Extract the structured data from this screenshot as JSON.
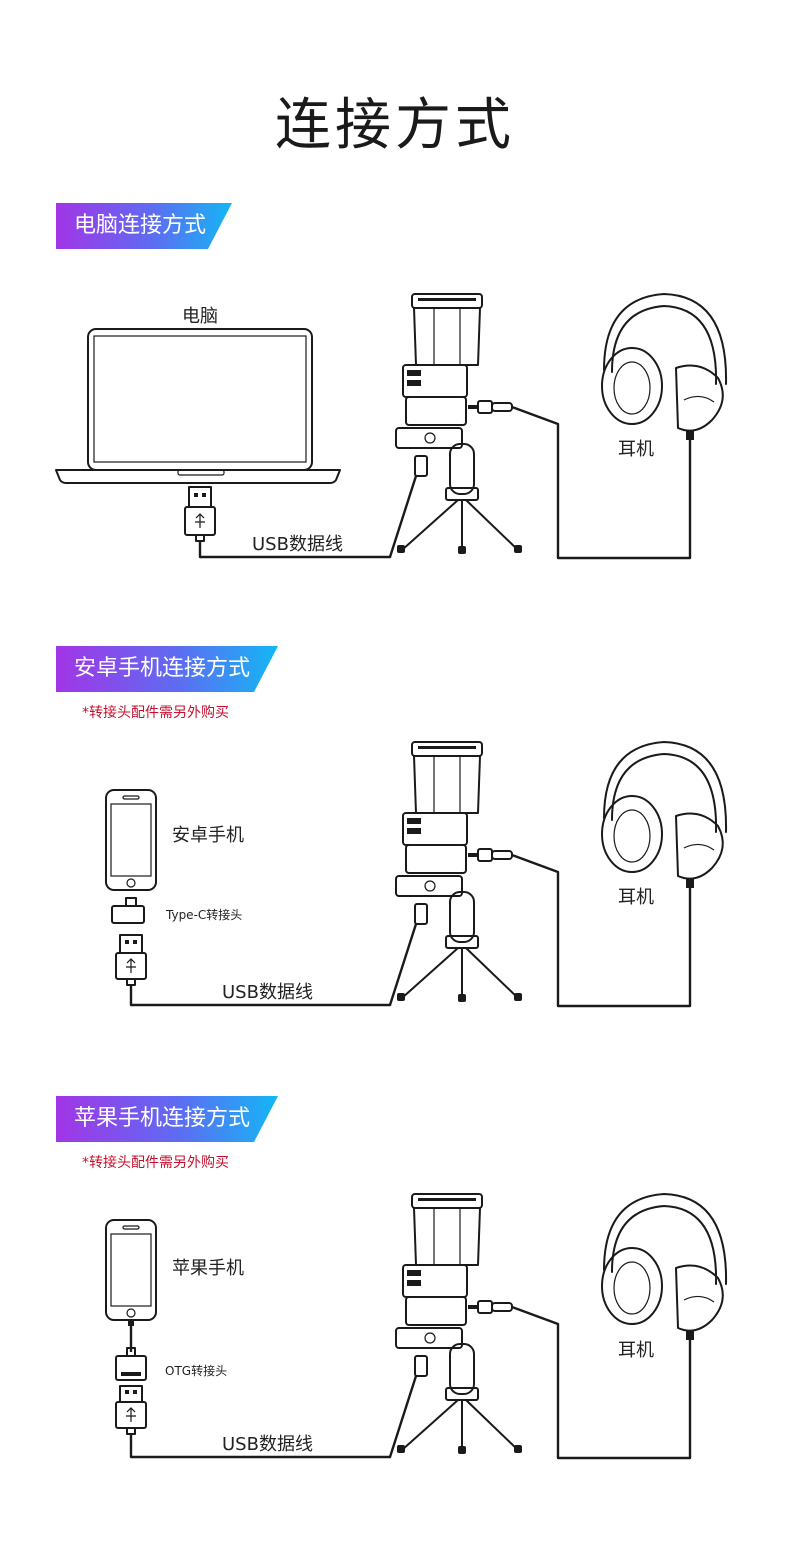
{
  "page": {
    "title": "连接方式"
  },
  "sections": [
    {
      "heading": "电脑连接方式",
      "device_label": "电脑",
      "cable_label": "USB数据线",
      "headphone_label": "耳机"
    },
    {
      "heading": "安卓手机连接方式",
      "note": "*转接头配件需另外购买",
      "device_label": "安卓手机",
      "adapter_label": "Type-C转接头",
      "cable_label": "USB数据线",
      "headphone_label": "耳机"
    },
    {
      "heading": "苹果手机连接方式",
      "note": "*转接头配件需另外购买",
      "device_label": "苹果手机",
      "adapter_label": "OTG转接头",
      "cable_label": "USB数据线",
      "headphone_label": "耳机"
    }
  ]
}
